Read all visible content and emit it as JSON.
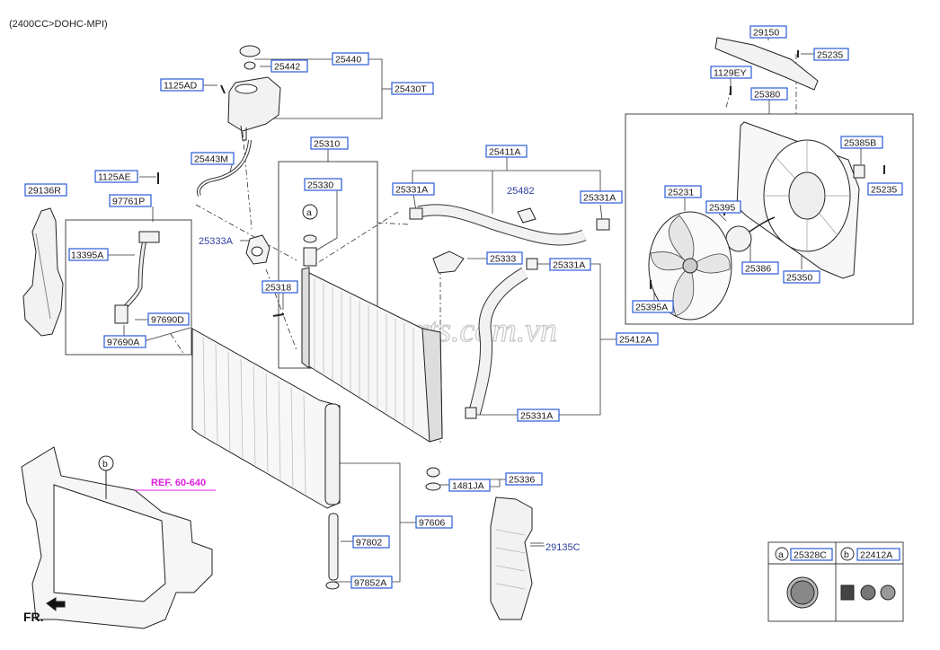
{
  "header": {
    "engine": "(2400CC>DOHC-MPI)"
  },
  "watermark": "S-Parts.com.vn",
  "ref_text": "REF. 60-640",
  "fr_label": "FR.",
  "circle_a": "a",
  "circle_b": "b",
  "legend": {
    "a_letter": "a",
    "a_part": "25328C",
    "b_letter": "b",
    "b_part": "22412A"
  },
  "parts": {
    "p25440": "25440",
    "p25442": "25442",
    "p25430T": "25430T",
    "p1125AD": "1125AD",
    "p25443M": "25443M",
    "p1125AE": "1125AE",
    "p29136R": "29136R",
    "p97761P": "97761P",
    "p13395A": "13395A",
    "p97690D": "97690D",
    "p97690A": "97690A",
    "p25310": "25310",
    "p25330": "25330",
    "p25333A": "25333A",
    "p25318": "25318",
    "p25411A": "25411A",
    "p25331A_1": "25331A",
    "p25482": "25482",
    "p25331A_2": "25331A",
    "p25333": "25333",
    "p25331A_3": "25331A",
    "p25412A": "25412A",
    "p25331A_4": "25331A",
    "p25336": "25336",
    "p1481JA": "1481JA",
    "p97606": "97606",
    "p97802": "97802",
    "p97852A": "97852A",
    "p29135C": "29135C",
    "p29150": "29150",
    "p25235_1": "25235",
    "p1129EY": "1129EY",
    "p25380": "25380",
    "p25385B": "25385B",
    "p25231": "25231",
    "p25395": "25395",
    "p25235_2": "25235",
    "p25386": "25386",
    "p25350": "25350",
    "p25395A": "25395A"
  }
}
